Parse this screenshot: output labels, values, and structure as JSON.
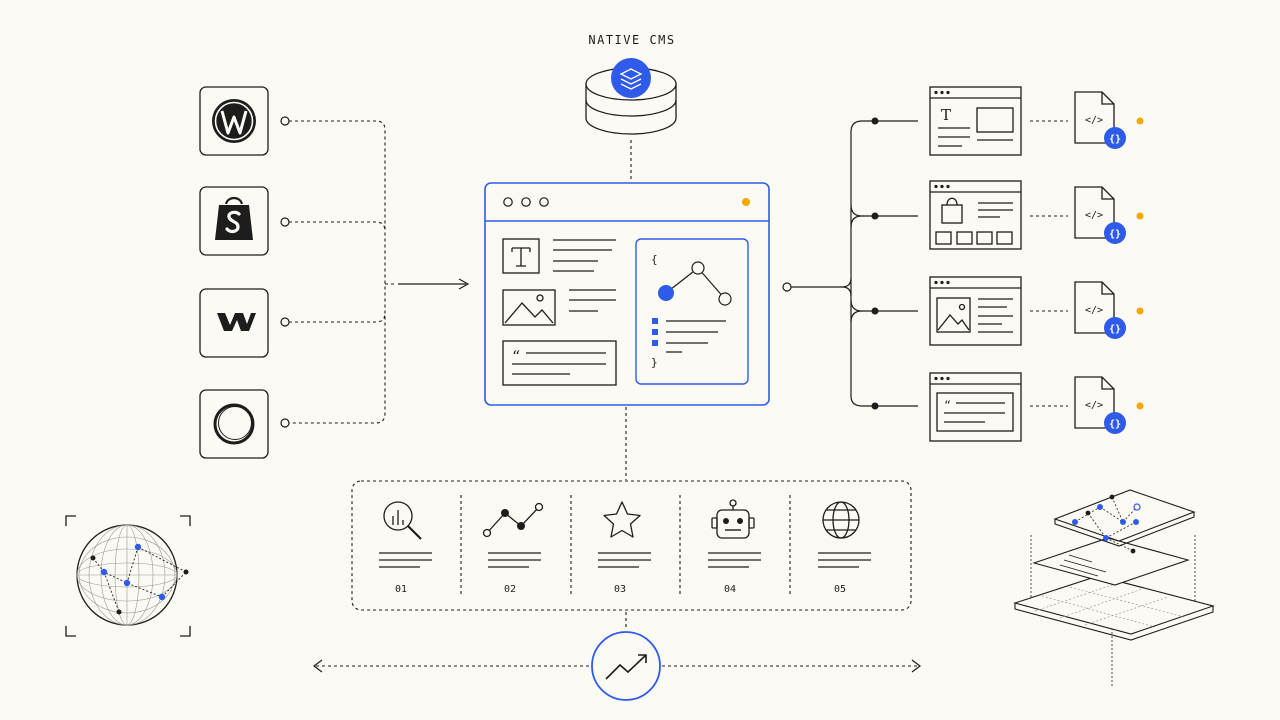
{
  "cms": {
    "title": "NATIVE CMS",
    "icon": "layers-icon"
  },
  "sources": [
    {
      "name": "wordpress",
      "icon": "wordpress-icon"
    },
    {
      "name": "shopify",
      "icon": "shopify-icon"
    },
    {
      "name": "webflow",
      "icon": "webflow-icon"
    },
    {
      "name": "circle",
      "icon": "ring-icon"
    }
  ],
  "editor": {
    "window_controls": 3,
    "blocks": [
      "text-block",
      "image-block",
      "quote-block"
    ],
    "schema": {
      "open_brace": "{",
      "close_brace": "}"
    }
  },
  "outputs": [
    {
      "template": "text-page",
      "code_icon": "</>",
      "badge": "{}"
    },
    {
      "template": "shop-page",
      "code_icon": "</>",
      "badge": "{}"
    },
    {
      "template": "image-page",
      "code_icon": "</>",
      "badge": "{}"
    },
    {
      "template": "quote-page",
      "code_icon": "</>",
      "badge": "{}"
    }
  ],
  "features": [
    {
      "num": "01",
      "icon": "search-analytics-icon"
    },
    {
      "num": "02",
      "icon": "trend-line-icon"
    },
    {
      "num": "03",
      "icon": "star-icon"
    },
    {
      "num": "04",
      "icon": "robot-icon"
    },
    {
      "num": "05",
      "icon": "globe-icon"
    }
  ],
  "colors": {
    "accent": "#2f5bea",
    "status": "#f2a900",
    "ink": "#1d1d1b",
    "background": "#fbfaf5"
  }
}
